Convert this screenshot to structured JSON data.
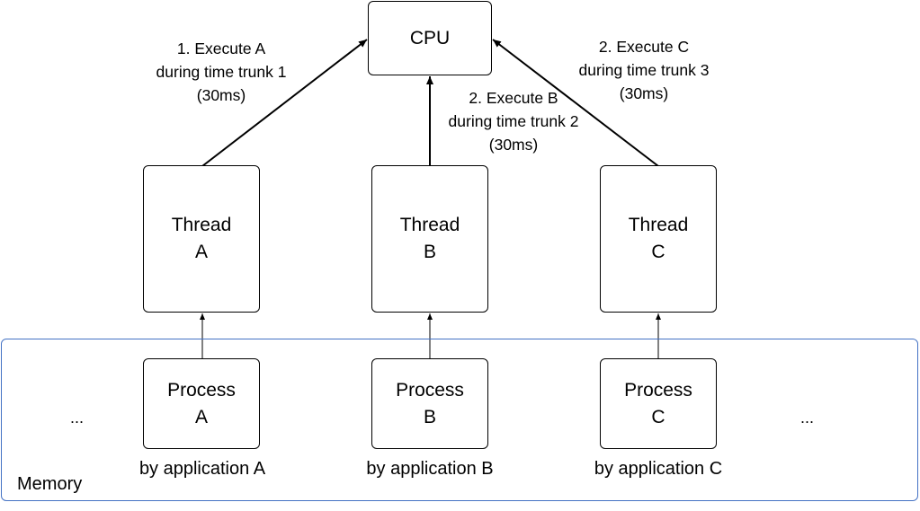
{
  "cpu": {
    "label": "CPU"
  },
  "threads": [
    {
      "line1": "Thread",
      "line2": "A"
    },
    {
      "line1": "Thread",
      "line2": "B"
    },
    {
      "line1": "Thread",
      "line2": "C"
    }
  ],
  "processes": [
    {
      "line1": "Process",
      "line2": "A",
      "caption": "by application A"
    },
    {
      "line1": "Process",
      "line2": "B",
      "caption": "by application B"
    },
    {
      "line1": "Process",
      "line2": "C",
      "caption": "by application C"
    }
  ],
  "executions": [
    {
      "line1": "1. Execute A",
      "line2": "during time trunk 1",
      "line3": "(30ms)"
    },
    {
      "line1": "2. Execute B",
      "line2": "during time trunk 2",
      "line3": "(30ms)"
    },
    {
      "line1": "2. Execute C",
      "line2": "during time trunk 3",
      "line3": "(30ms)"
    }
  ],
  "memory": {
    "label": "Memory",
    "ellipsis_left": "...",
    "ellipsis_right": "..."
  },
  "colors": {
    "memory_border": "#4472c4",
    "stroke": "#000000"
  }
}
